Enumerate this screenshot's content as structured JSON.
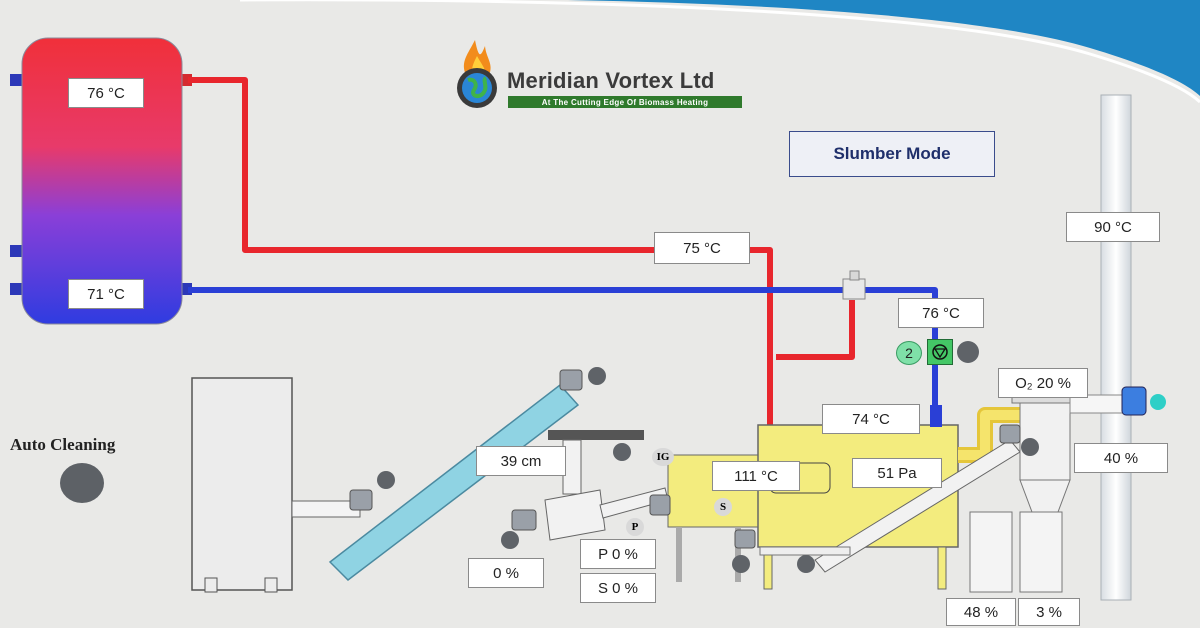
{
  "brand": {
    "name": "Meridian Vortex Ltd",
    "tagline": "At The Cutting Edge Of Biomass Heating"
  },
  "status": {
    "mode": "Slumber Mode"
  },
  "controls": {
    "auto_cleaning_label": "Auto Cleaning"
  },
  "readings": {
    "buffer_top_temp": "76 °C",
    "buffer_bottom_temp": "71 °C",
    "flow_temp": "75 °C",
    "return_temp": "76 °C",
    "boiler_temp": "74 °C",
    "flue_temp": "90 °C",
    "oxygen": "O₂ 20 %",
    "fan_speed": "40 %",
    "hopper_level": "39 cm",
    "feed_percent": "0 %",
    "combustion_temp": "111 °C",
    "draught_pressure": "51 Pa",
    "primary_air": "P 0 %",
    "secondary_air": "S 0 %",
    "ash_bin_1": "48 %",
    "ash_bin_2": "3 %"
  },
  "pump": {
    "number": "2"
  },
  "markers": {
    "igniter": "IG",
    "primary": "P",
    "secondary": "S"
  },
  "colors": {
    "hot_pipe": "#e8262d",
    "cold_pipe": "#2a3fd6",
    "boiler_yellow": "#f3ec7e",
    "auger_blue": "#8fd3e3",
    "header_blue": "#1f86c4"
  }
}
